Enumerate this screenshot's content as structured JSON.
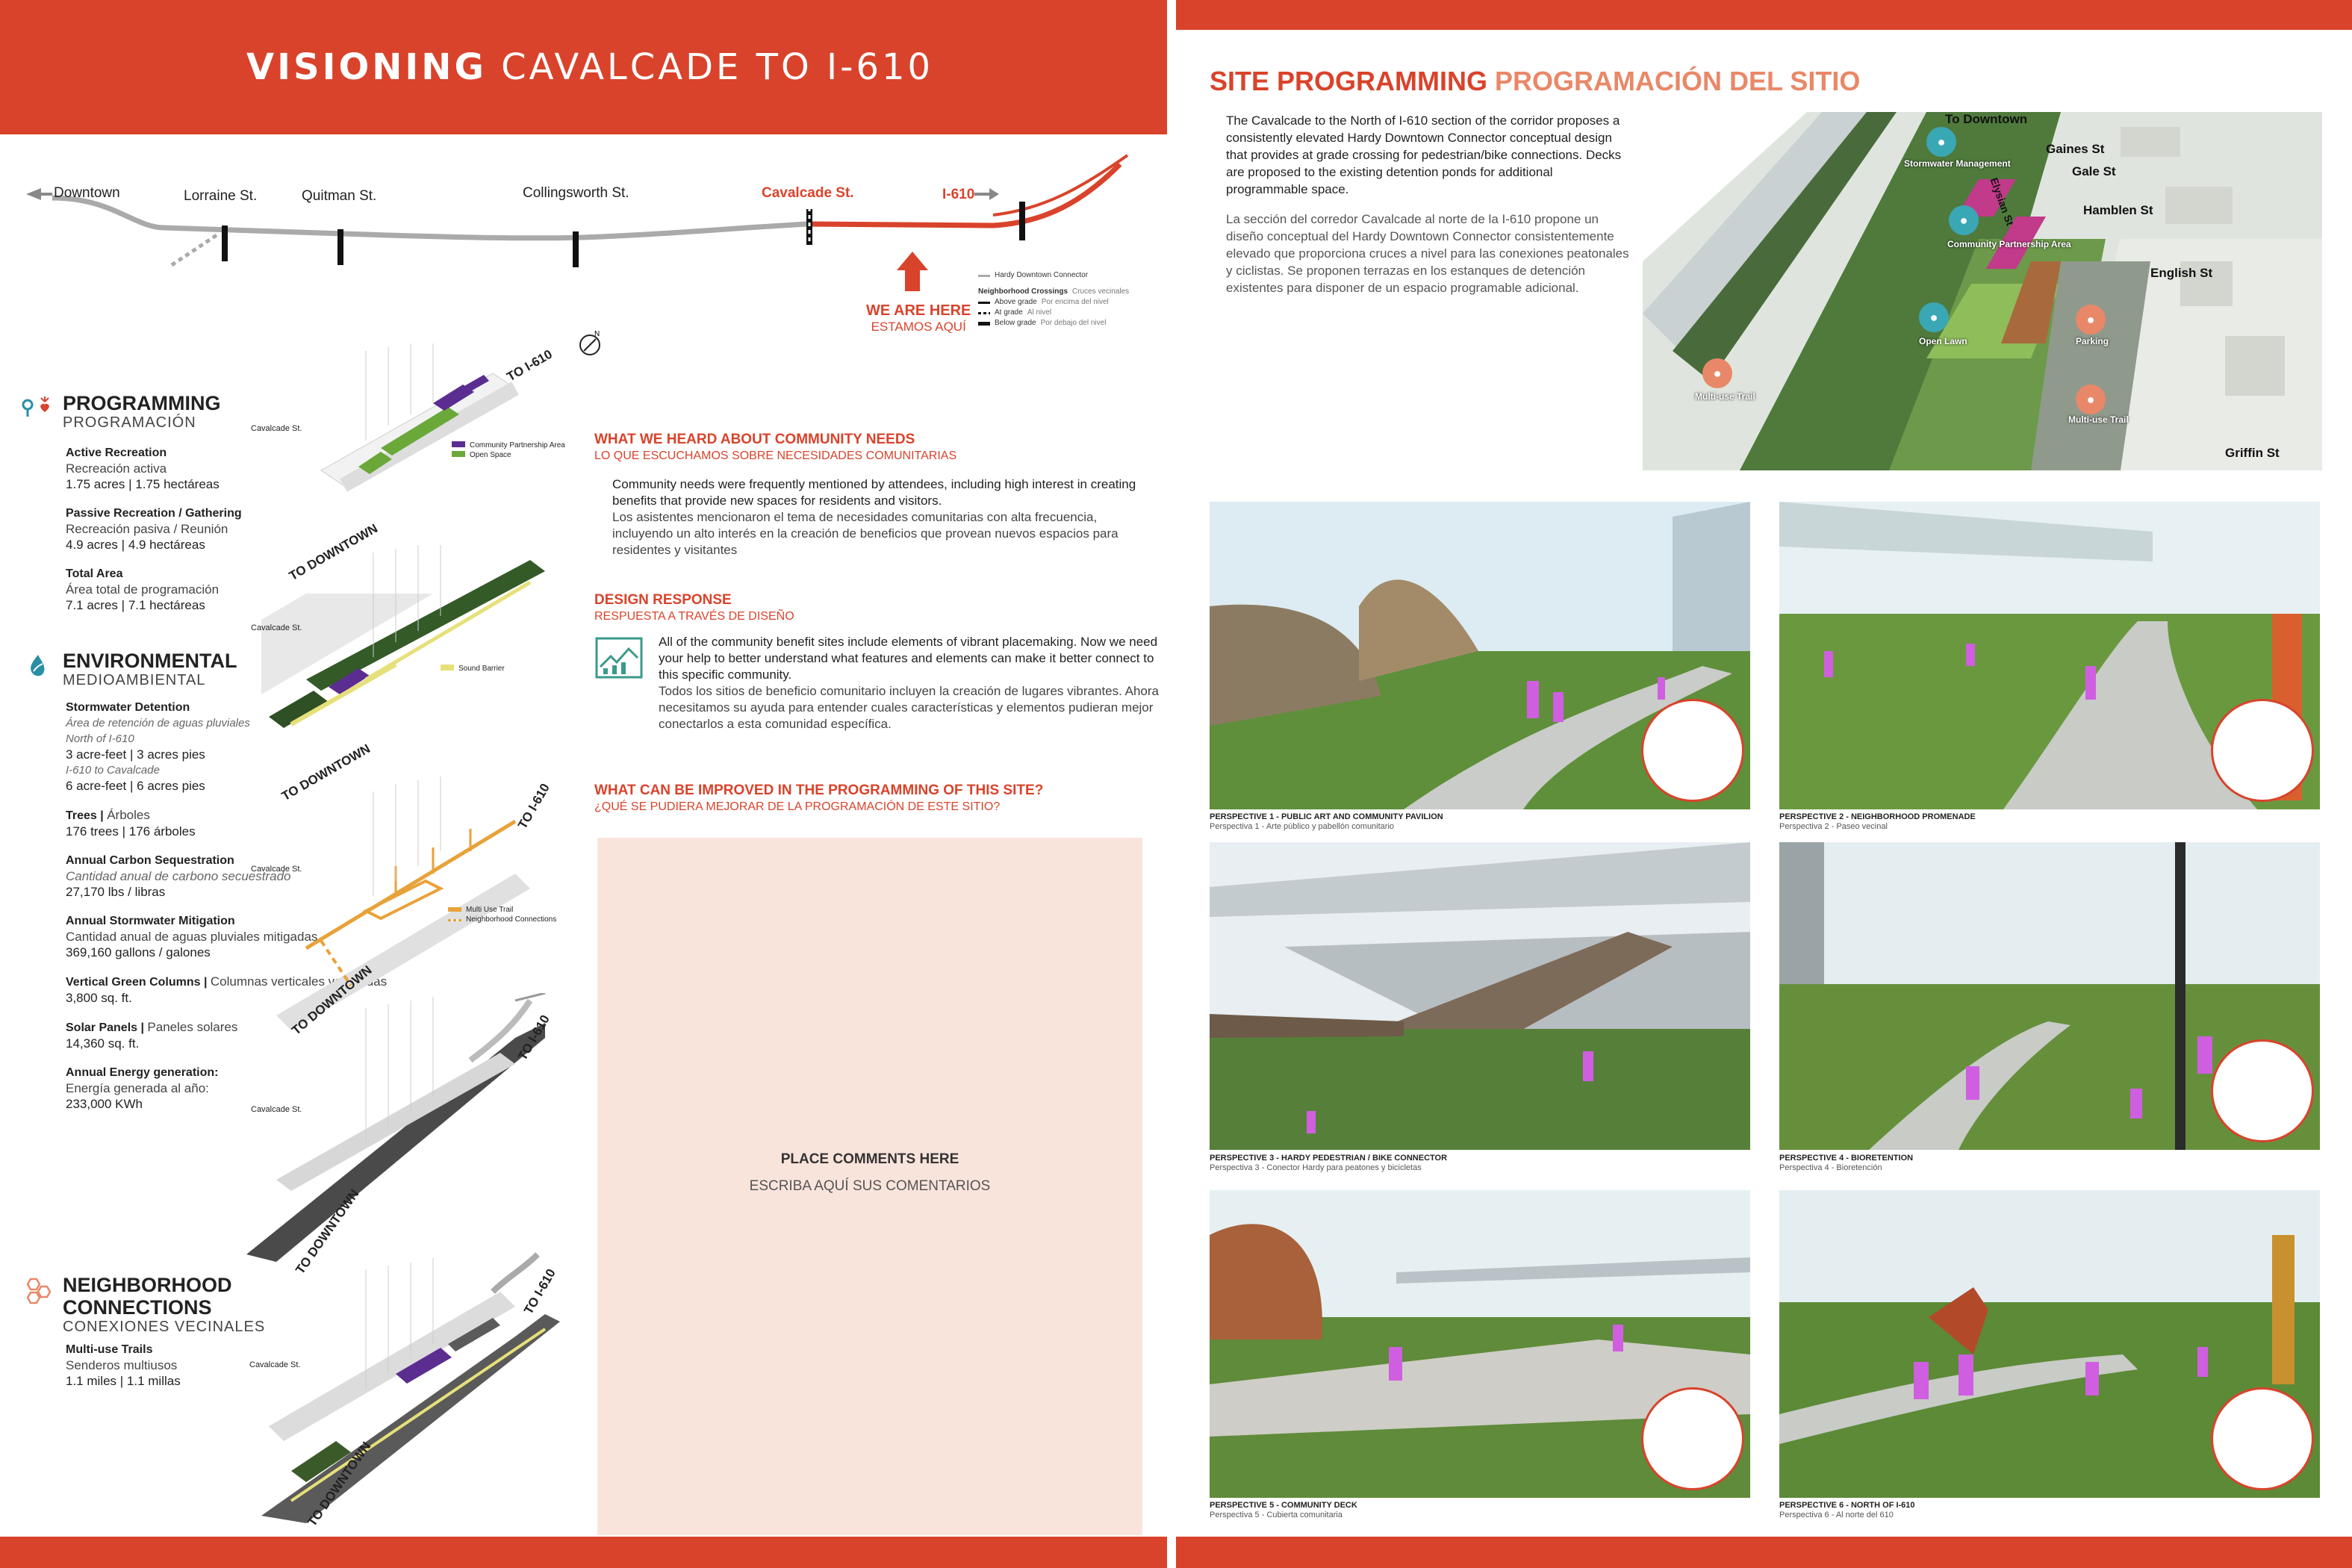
{
  "header": {
    "title_bold": "VISIONING",
    "title_rest": "CAVALCADE TO I-610"
  },
  "route": {
    "downtown": "Downtown",
    "streets": [
      "Lorraine St.",
      "Quitman St.",
      "Collingsworth St."
    ],
    "cavalcade": "Cavalcade St.",
    "i610": "I-610",
    "we_are_here": "WE ARE HERE",
    "we_are_here_es": "ESTAMOS AQUÍ",
    "legend": {
      "connector": "Hardy Downtown Connector",
      "crossings_title": "Neighborhood Crossings",
      "crossings_title_es": "Cruces vecinales",
      "above": "Above grade",
      "above_es": "Por encima del nivel",
      "at": "At grade",
      "at_es": "Al nivel",
      "below": "Below grade",
      "below_es": "Por debajo del nivel"
    }
  },
  "programming": {
    "title": "PROGRAMMING",
    "title_es": "PROGRAMACIÓN",
    "metrics": [
      {
        "label": "Active Recreation",
        "label_es": "Recreación activa",
        "value": "1.75 acres |",
        "value_es": "1.75 hectáreas"
      },
      {
        "label": "Passive Recreation / Gathering",
        "label_es": "Recreación pasiva / Reunión",
        "value": "4.9 acres |",
        "value_es": "4.9 hectáreas"
      },
      {
        "label": "Total Area",
        "label_es": "Área total de programación",
        "value": "7.1 acres |",
        "value_es": "7.1 hectáreas"
      }
    ]
  },
  "environmental": {
    "title": "ENVIRONMENTAL",
    "title_es": "MEDIOAMBIENTAL",
    "stormwater": {
      "label": "Stormwater Detention",
      "label_es": "Área de retención de aguas pluviales",
      "north": "North of I-610",
      "north_value": "3 acre-feet |",
      "north_value_es": "3 acres pies",
      "south": "I-610 to Cavalcade",
      "south_value": "6 acre-feet |",
      "south_value_es": "6 acres pies"
    },
    "trees": {
      "label": "Trees |",
      "label_es": "Árboles",
      "value": "176 trees |",
      "value_es": "176 árboles"
    },
    "carbon": {
      "label": "Annual Carbon Sequestration",
      "label_es": "Cantidad anual de carbono secuestrado",
      "value": "27,170 lbs /",
      "value_es": "libras"
    },
    "mitigation": {
      "label": "Annual Stormwater Mitigation",
      "label_es": "Cantidad anual de aguas pluviales mitigadas",
      "value": "369,160 gallons /",
      "value_es": "galones"
    },
    "columns": {
      "label": "Vertical Green Columns |",
      "label_es": "Columnas verticales vegetadas",
      "value": "3,800 sq. ft."
    },
    "solar": {
      "label": "Solar Panels |",
      "label_es": "Paneles solares",
      "value": "14,360 sq. ft."
    },
    "energy": {
      "label": "Annual Energy generation:",
      "label_es": "Energía generada al año:",
      "value": "233,000 KWh"
    }
  },
  "neighborhood": {
    "title1": "NEIGHBORHOOD",
    "title2": "CONNECTIONS",
    "title_es": "CONEXIONES VECINALES",
    "label": "Multi-use Trails",
    "label_es": "Senderos multiusos",
    "value": "1.1 miles |",
    "value_es": "1.1 millas"
  },
  "axo": {
    "to_i610": "TO I-610",
    "to_downtown": "TO DOWNTOWN",
    "cavalcade_label": "Cavalcade St.",
    "legend1": [
      "Community Partnership Area",
      "Open Space"
    ],
    "legend2": [
      "Sound Barrier"
    ],
    "legend3": [
      "Multi Use Trail",
      "Neighborhood Connections"
    ],
    "colors": {
      "partnership": "#5b2d91",
      "open_space": "#6aa83a",
      "sound_barrier": "#e6e07a",
      "trail": "#e8a23a"
    }
  },
  "community": {
    "heard_title": "WHAT WE HEARD ABOUT COMMUNITY NEEDS",
    "heard_title_es": "LO QUE ESCUCHAMOS SOBRE NECESIDADES COMUNITARIAS",
    "heard_text": "Community needs were frequently mentioned by attendees, including high interest in creating benefits that provide new spaces for residents and visitors.",
    "heard_text_es": "Los asistentes mencionaron el tema de necesidades comunitarias con alta frecuencia, incluyendo un alto interés en la creación de beneficios que provean nuevos espacios para residentes y visitantes",
    "design_title": "DESIGN RESPONSE",
    "design_title_es": "RESPUESTA A TRAVÉS DE DISEÑO",
    "design_text": "All of the community benefit sites include elements of vibrant placemaking. Now we need your help to better understand what features and elements can make it better connect to this specific community.",
    "design_text_es": "Todos los sitios de beneficio comunitario incluyen la creación de lugares vibrantes. Ahora necesitamos su ayuda para entender cuales características y elementos pudieran mejor conectarlos a esta comunidad específica.",
    "improve_title": "WHAT CAN BE IMPROVED IN THE PROGRAMMING OF THIS SITE?",
    "improve_title_es": "¿QUÉ SE PUDIERA MEJORAR DE LA PROGRAMACIÓN DE ESTE SITIO?",
    "comments": "PLACE COMMENTS HERE",
    "comments_es": "ESCRIBA AQUÍ SUS COMENTARIOS"
  },
  "site": {
    "title": "SITE PROGRAMMING",
    "title_es": "PROGRAMACIÓN DEL SITIO",
    "text": "The Cavalcade to the North of I-610 section of the corridor proposes a consistently elevated Hardy Downtown Connector conceptual design that provides at grade crossing for pedestrian/bike connections. Decks are proposed to the existing detention ponds for additional programmable space.",
    "text_es": "La sección del corredor Cavalcade al norte de la I-610 propone un diseño conceptual del Hardy Downtown Connector consistentemente elevado que proporciona cruces a nivel para las conexiones peatonales y ciclistas. Se proponen terrazas en los estanques de detención existentes para disponer de un espacio programable adicional."
  },
  "aerial": {
    "streets": [
      "To Downtown",
      "Gaines St",
      "Gale St",
      "Hamblen St",
      "English St",
      "Griffin St",
      "Elysian St"
    ],
    "pins": [
      "Stormwater Management",
      "Community Partnership Area",
      "Open Lawn",
      "Parking",
      "Multi-use Trail",
      "Multi-use Trail"
    ]
  },
  "perspectives": [
    {
      "title": "PERSPECTIVE 1 - PUBLIC ART AND COMMUNITY PAVILION",
      "title_es": "Perspectiva 1 - Arte público y pabellón comunitario"
    },
    {
      "title": "PERSPECTIVE 2 - NEIGHBORHOOD PROMENADE",
      "title_es": "Perspectiva 2 - Paseo vecinal"
    },
    {
      "title": "PERSPECTIVE 3 - HARDY PEDESTRIAN / BIKE CONNECTOR",
      "title_es": "Perspectiva 3 - Conector Hardy para peatones y bicicletas"
    },
    {
      "title": "PERSPECTIVE 4 - BIORETENTION",
      "title_es": "Perspectiva 4 - Bioretención"
    },
    {
      "title": "PERSPECTIVE 5 - COMMUNITY DECK",
      "title_es": "Perspectiva 5 - Cubierta comunitaria"
    },
    {
      "title": "PERSPECTIVE 6 - NORTH OF I-610",
      "title_es": "Perspectiva 6 - Al norte del 610"
    }
  ],
  "colors": {
    "brand_red": "#d9432b",
    "comment_bg": "#f9e4dc",
    "people_magenta": "#cf5fe0"
  }
}
